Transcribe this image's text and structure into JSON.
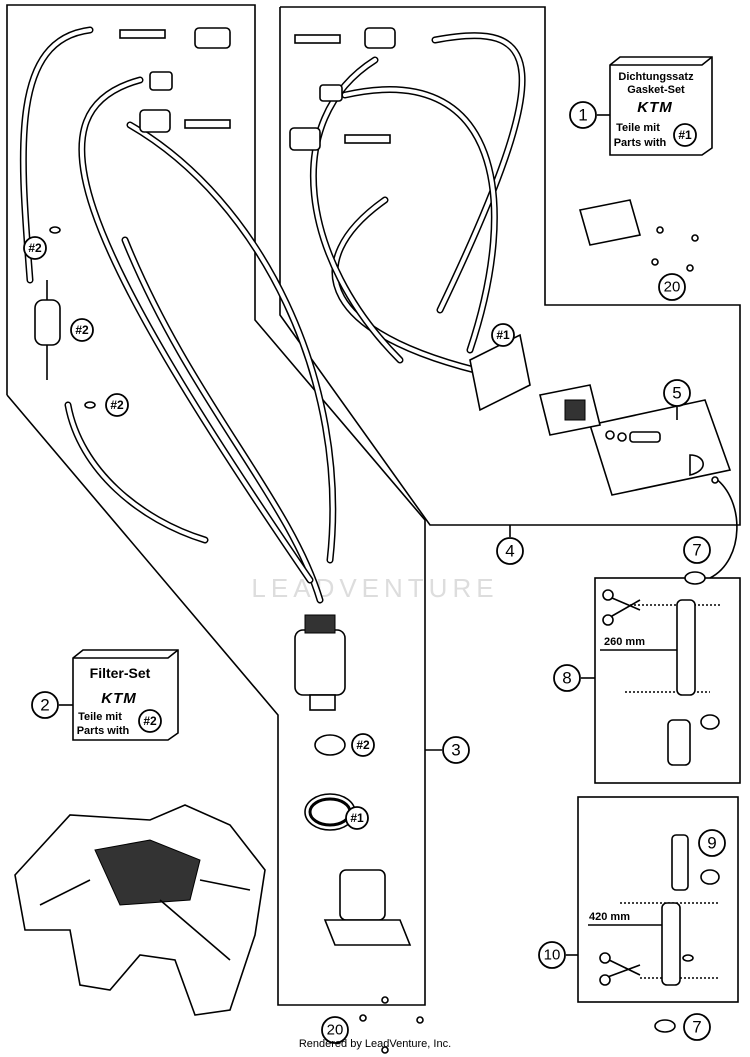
{
  "diagram": {
    "callouts": {
      "c1": "1",
      "c2": "2",
      "c3": "3",
      "c4": "4",
      "c5": "5",
      "c7a": "7",
      "c7b": "7",
      "c8": "8",
      "c9": "9",
      "c10": "10",
      "c20a": "20",
      "c20b": "20"
    },
    "tags": {
      "t2a": "#2",
      "t2b": "#2",
      "t2c": "#2",
      "t2d": "#2",
      "t1a": "#1",
      "t1b": "#1",
      "box1tag": "#1",
      "box2tag": "#2"
    },
    "gasket_box": {
      "line1": "Dichtungssatz",
      "line2": "Gasket-Set",
      "brand": "KTM",
      "line3": "Teile mit",
      "line4": "Parts with"
    },
    "filter_box": {
      "line1": "Filter-Set",
      "brand": "KTM",
      "line3": "Teile mit",
      "line4": "Parts with"
    },
    "dimensions": {
      "hose_8": "260 mm",
      "hose_10": "420 mm"
    },
    "watermark": "LEADVENTURE",
    "footer": "Rendered by LeadVenture, Inc."
  }
}
